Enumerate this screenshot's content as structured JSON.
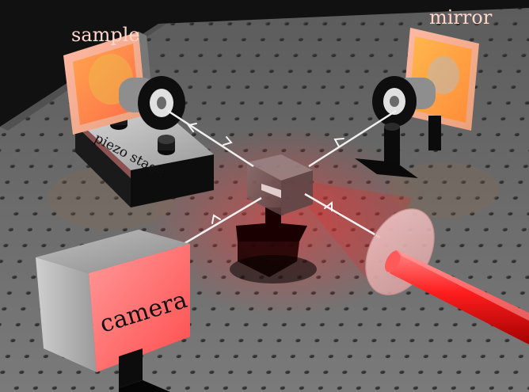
{
  "labels": {
    "sample": "sample",
    "mirror": "mirror",
    "piezo_stage": "piezo stage",
    "camera": "camera"
  },
  "colors": {
    "background": "#111111",
    "table": "#5b5b5b",
    "laser": "#ff2a2a",
    "beam": "#f0f0f0",
    "sample_label": "#ffd6cc",
    "mirror_label": "#ffd6cc"
  }
}
